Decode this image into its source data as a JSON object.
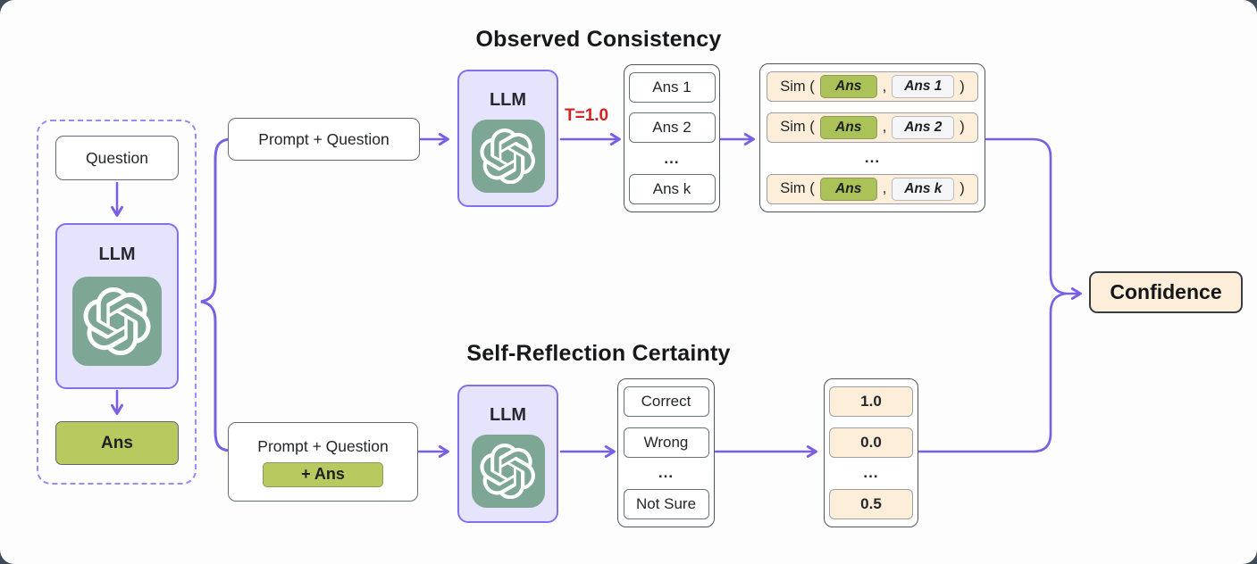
{
  "titles": {
    "top": "Observed Consistency",
    "bottom": "Self-Reflection Certainty"
  },
  "left_panel": {
    "question": "Question",
    "llm_label": "LLM",
    "ans_label": "Ans"
  },
  "top_branch": {
    "prompt": "Prompt + Question",
    "llm_label": "LLM",
    "temperature": "T=1.0",
    "answers": [
      "Ans 1",
      "Ans 2",
      "...",
      "Ans k"
    ],
    "sim": {
      "prefix": "Sim (",
      "base": "Ans",
      "comma": ",",
      "suffix": ")",
      "items": [
        "Ans 1",
        "Ans 2",
        "Ans k"
      ],
      "ellipsis": "..."
    }
  },
  "bottom_branch": {
    "prompt_line1": "Prompt + Question",
    "prompt_chip": "+ Ans",
    "llm_label": "LLM",
    "options": [
      "Correct",
      "Wrong",
      "...",
      "Not Sure"
    ],
    "scores": [
      "1.0",
      "0.0",
      "...",
      "0.5"
    ]
  },
  "output": {
    "label": "Confidence"
  },
  "icons": {
    "llm_logo": "openai-logo"
  },
  "colors": {
    "accent_purple": "#7a5fe6",
    "dashed_purple": "#968cf2",
    "lavender_fill": "#e6e3fd",
    "lavender_border": "#8071ea",
    "sage_green": "#7da695",
    "olive_green": "#b7c95f",
    "chip_green": "#abc258",
    "cream": "#fceed8",
    "temperature_red": "#d32121",
    "page_background": "#3f4b57",
    "card_background": "#fdfdfd"
  }
}
